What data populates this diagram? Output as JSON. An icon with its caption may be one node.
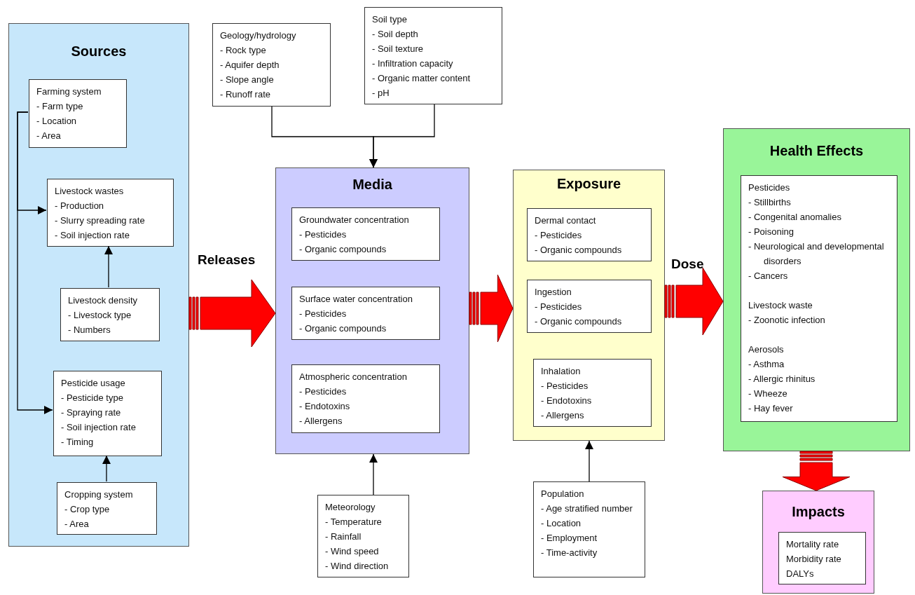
{
  "diagram": {
    "nodes": [
      {
        "text": [
          "Sources"
        ]
      },
      {
        "text": [
          "Farming system",
          "- Farm type",
          "- Location",
          "- Area"
        ],
        "in": 0
      },
      {
        "text": [
          "Livestock wastes",
          "- Production",
          "- Slurry spreading rate",
          "- Soil injection rate"
        ],
        "in": 0
      },
      {
        "text": [
          "Livestock density",
          "- Livestock type",
          "- Numbers"
        ],
        "in": 0
      },
      {
        "text": [
          "Pesticide usage",
          "- Pesticide type",
          "- Spraying rate",
          "- Soil injection rate",
          "- Timing"
        ],
        "in": 0
      },
      {
        "text": [
          "Cropping system",
          "- Crop type",
          "- Area"
        ],
        "in": 0
      },
      {
        "text": [
          "Geology/hydrology",
          "- Rock type",
          "- Aquifer depth",
          "- Slope angle",
          "- Runoff rate"
        ]
      },
      {
        "text": [
          "Soil type",
          "- Soil depth",
          "- Soil texture",
          "- Infiltration capacity",
          "- Organic matter content",
          "- pH"
        ]
      },
      {
        "text": [
          "Media"
        ]
      },
      {
        "text": [
          "Groundwater concentration",
          "- Pesticides",
          "- Organic compounds"
        ],
        "in": 8
      },
      {
        "text": [
          "Surface water concentration",
          "- Pesticides",
          "- Organic compounds"
        ],
        "in": 8
      },
      {
        "text": [
          "Atmospheric concentration",
          "- Pesticides",
          "- Endotoxins",
          "- Allergens"
        ],
        "in": 8
      },
      {
        "text": [
          "Exposure"
        ]
      },
      {
        "text": [
          "Dermal contact",
          "- Pesticides",
          "- Organic compounds"
        ],
        "in": 12
      },
      {
        "text": [
          "Ingestion",
          "- Pesticides",
          "- Organic compounds"
        ],
        "in": 12
      },
      {
        "text": [
          "Inhalation",
          "- Pesticides",
          "- Endotoxins",
          "- Allergens"
        ],
        "in": 12
      },
      {
        "text": [
          "Health Effects"
        ]
      },
      {
        "text": [
          "Pesticides",
          "- Stillbirths",
          "- Congenital anomalies",
          "- Poisoning",
          "- Neurological and developmental disorders",
          "- Cancers",
          "Livestock waste",
          "- Zoonotic infection",
          "Aerosols",
          "- Asthma",
          "- Allergic rhinitus",
          "- Wheeze",
          "- Hay fever"
        ],
        "in": 16
      },
      {
        "text": [
          "Impacts"
        ]
      },
      {
        "text": [
          "Mortality rate",
          "Morbidity rate",
          "DALYs"
        ],
        "in": 18
      },
      {
        "text": [
          "Meteorology",
          "- Temperature",
          "- Rainfall",
          "- Wind speed",
          "- Wind direction"
        ]
      },
      {
        "text": [
          "Population",
          "- Age stratified number",
          "- Location",
          "- Employment",
          "- Time-activity"
        ]
      }
    ],
    "edges": [
      {
        "from": 1,
        "to": 2,
        "arrow": "to"
      },
      {
        "from": 1,
        "to": 4,
        "arrow": "to"
      },
      {
        "from": 3,
        "to": 2,
        "arrow": "to"
      },
      {
        "from": 5,
        "to": 4,
        "arrow": "to"
      },
      {
        "from": 6,
        "to": 8,
        "arrow": "to"
      },
      {
        "from": 7,
        "to": 8,
        "arrow": "to"
      },
      {
        "from": 20,
        "to": 8,
        "arrow": "to"
      },
      {
        "from": 21,
        "to": 12,
        "arrow": "to"
      },
      {
        "from": 0,
        "to": 8,
        "arrow": "to",
        "label": "Releases",
        "style": "thick",
        "color": "#ff0000"
      },
      {
        "from": 8,
        "to": 12,
        "arrow": "to",
        "style": "thick",
        "color": "#ff0000"
      },
      {
        "from": 12,
        "to": 16,
        "arrow": "to",
        "label": "Dose",
        "style": "thick",
        "color": "#ff0000"
      },
      {
        "from": 16,
        "to": 18,
        "arrow": "to",
        "style": "thick",
        "color": "#ff0000"
      }
    ]
  }
}
